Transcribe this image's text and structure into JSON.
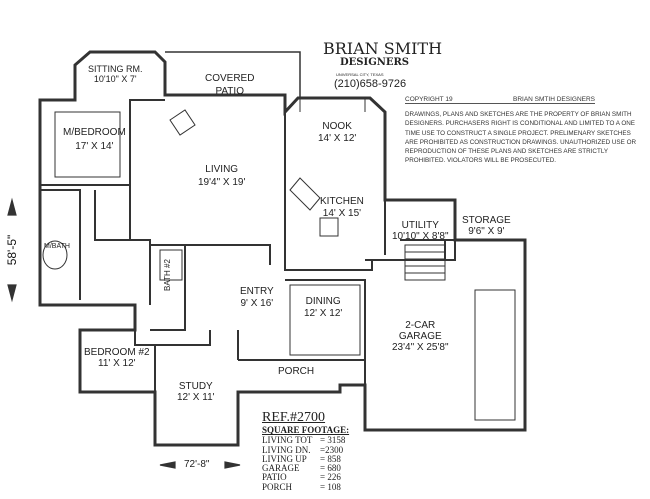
{
  "designer": {
    "name": "BRIAN SMITH",
    "subtitle": "DESIGNERS",
    "location": "UNIVERSAL CITY, TEXAS",
    "phone": "(210)658-9726"
  },
  "copyright": {
    "left": "COPYRIGHT 19",
    "right": "BRIAN SMTIH DESIGNERS"
  },
  "notice": "DRAWINGS, PLANS AND SKETCHES ARE THE PROPERTY OF BRIAN SMITH DESIGNERS. PURCHASERS RIGHT IS CONDITIONAL AND LIMITED TO A ONE TIME USE TO CONSTRUCT A SINGLE PROJECT. PRELIMENARY SKETCHES ARE PROHIBITED AS CONSTRUCTION DRAWINGS. UNAUTHORIZED USE OR REPRODUCTION OF THESE PLANS AND SKETCHES ARE STRICTLY PROHIBITED. VIOLATORS WILL BE PROSECUTED.",
  "rooms": {
    "sitting": {
      "name": "SITTING RM.",
      "size": "10'10\" X 7'"
    },
    "patio": {
      "name": "COVERED",
      "size": "PATIO"
    },
    "master": {
      "name": "M/BEDROOM",
      "size": "17' X 14'"
    },
    "nook": {
      "name": "NOOK",
      "size": "14' X 12'"
    },
    "living": {
      "name": "LIVING",
      "size": "19'4\" X 19'"
    },
    "kitchen": {
      "name": "KITCHEN",
      "size": "14' X 15'"
    },
    "utility": {
      "name": "UTILITY",
      "size": "10'10\" X 8'8\""
    },
    "storage": {
      "name": "STORAGE",
      "size": "9'6\" X 9'"
    },
    "mbath": {
      "name": "M/BATH"
    },
    "bath2": {
      "name": "BATH #2"
    },
    "entry": {
      "name": "ENTRY",
      "size": "9' X 16'"
    },
    "dining": {
      "name": "DINING",
      "size": "12' X 12'"
    },
    "garage": {
      "name": "2-CAR",
      "name2": "GARAGE",
      "size": "23'4\" X 25'8\""
    },
    "bedroom2": {
      "name": "BEDROOM #2",
      "size": "11' X 12'"
    },
    "study": {
      "name": "STUDY",
      "size": "12' X 11'"
    },
    "porch": {
      "name": "PORCH"
    }
  },
  "dimensions": {
    "depth": "58'-5\"",
    "width": "72'-8\""
  },
  "footage": {
    "ref": "REF.#2700",
    "heading": "SQUARE FOOTAGE:",
    "rows": [
      {
        "label": "LIVING   TOT",
        "value": "= 3158"
      },
      {
        "label": "LIVING   DN.",
        "value": "=2300"
      },
      {
        "label": "LIVING   UP",
        "value": "= 858"
      },
      {
        "label": "GARAGE",
        "value": "= 680"
      },
      {
        "label": "PATIO",
        "value": "= 226"
      },
      {
        "label": "PORCH",
        "value": "= 108"
      }
    ]
  }
}
